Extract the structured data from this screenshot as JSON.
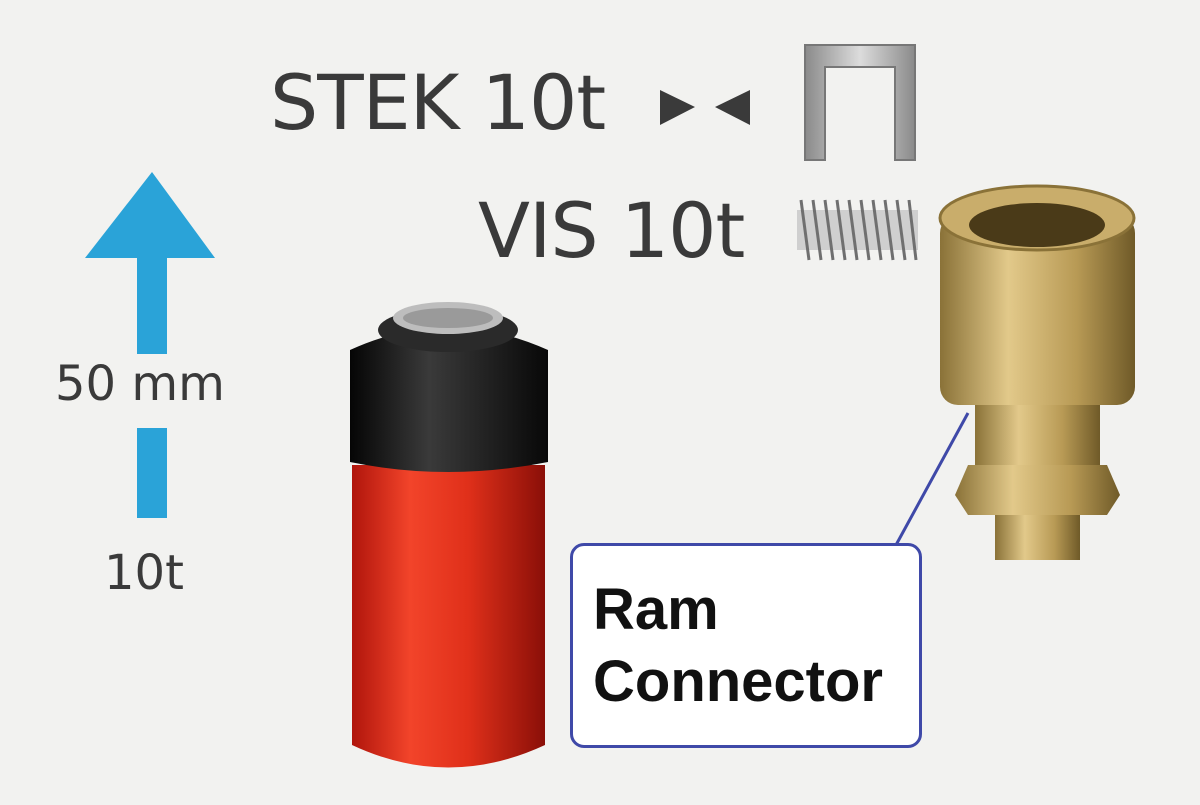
{
  "labels": {
    "stek": "STEK 10t",
    "vis": "VIS 10t",
    "stroke": "50 mm",
    "capacity": "10t"
  },
  "callout": {
    "line1": "Ram",
    "line2": "Connector"
  },
  "icons": {
    "push": "push-arrows-icon",
    "stek": "stek-bracket-icon",
    "vis": "vis-thread-icon",
    "lift": "lift-arrow-icon"
  },
  "colors": {
    "arrow": "#2aa3d8",
    "text": "#3a3a3a",
    "callout_border": "#3f49a8",
    "ram_body": "#e8301c",
    "ram_cap": "#1a1a1a",
    "connector": "#b89a55"
  }
}
